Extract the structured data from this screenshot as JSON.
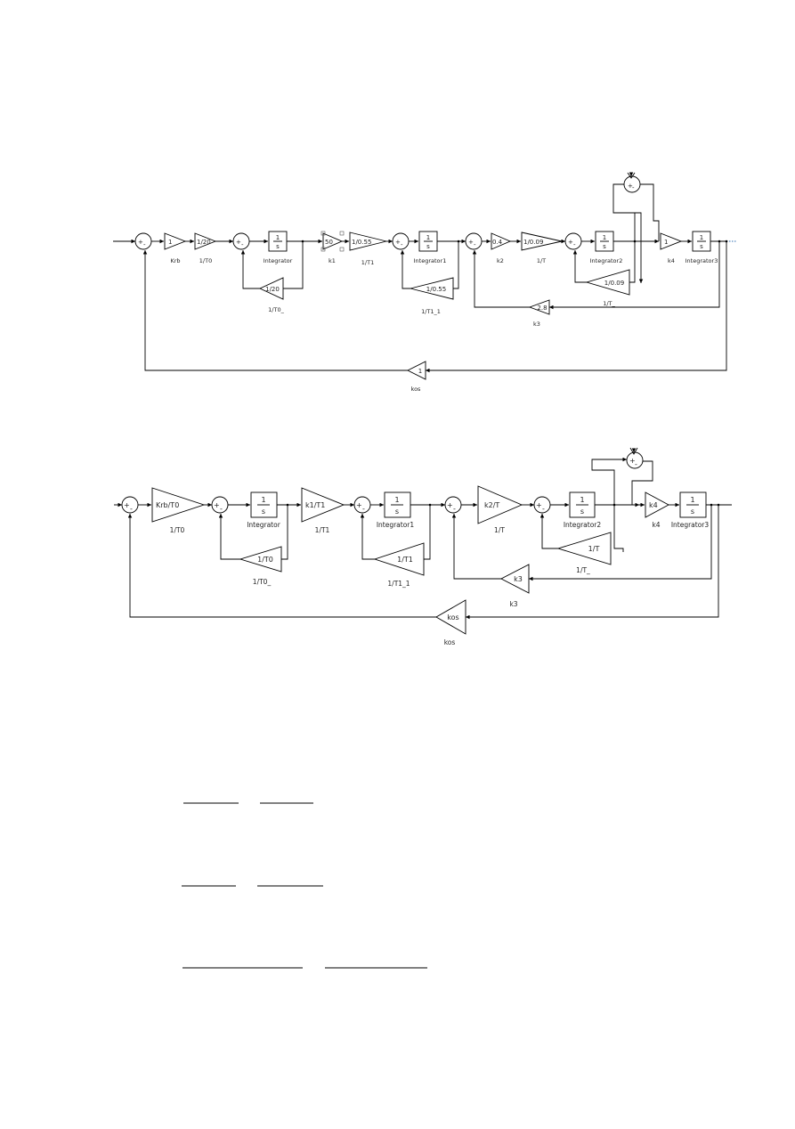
{
  "diagram1": {
    "k_rb": {
      "value": "1",
      "label": "Krb"
    },
    "g_1_T0": {
      "value": "1/20",
      "label": "1/T0"
    },
    "int0": {
      "num": "1",
      "den": "s",
      "label": "Integrator"
    },
    "fb_T0": {
      "value": "1/20",
      "label": "1/T0_"
    },
    "k1": {
      "value": "50",
      "label": "k1"
    },
    "g_1_T1": {
      "value": "1/0.55",
      "label": "1/T1"
    },
    "int1": {
      "num": "1",
      "den": "s",
      "label": "Integrator1"
    },
    "fb_T1": {
      "value": "1/0.55",
      "label": "1/T1_1"
    },
    "k2": {
      "value": "0.4",
      "label": "k2"
    },
    "g_1_T": {
      "value": "1/0.09",
      "label": "1/T"
    },
    "int2": {
      "num": "1",
      "den": "s",
      "label": "Integrator2"
    },
    "fb_T": {
      "value": "1/0.09",
      "label": "1/T_"
    },
    "k3": {
      "value": "2.8",
      "label": "k3"
    },
    "k4": {
      "value": "1",
      "label": "k4"
    },
    "int3": {
      "num": "1",
      "den": "s",
      "label": "Integrator3"
    },
    "k_os": {
      "value": "1",
      "label": "kos"
    }
  },
  "diagram2": {
    "g0": {
      "value": "Krb/T0",
      "label": "1/T0"
    },
    "int0": {
      "num": "1",
      "den": "s",
      "label": "Integrator"
    },
    "fb0": {
      "value": "1/T0",
      "label": "1/T0_"
    },
    "g1": {
      "value": "k1/T1",
      "label": "1/T1"
    },
    "int1": {
      "num": "1",
      "den": "s",
      "label": "Integrator1"
    },
    "fb1": {
      "value": "1/T1",
      "label": "1/T1_1"
    },
    "g2": {
      "value": "k2/T",
      "label": "1/T"
    },
    "int2": {
      "num": "1",
      "den": "s",
      "label": "Integrator2"
    },
    "fb2": {
      "value": "1/T",
      "label": "1/T_"
    },
    "k3": {
      "value": "k3",
      "label": "k3"
    },
    "k4": {
      "value": "k4",
      "label": "k4"
    },
    "int3": {
      "num": "1",
      "den": "s",
      "label": "Integrator3"
    },
    "k_os": {
      "value": "kos",
      "label": "kos"
    }
  },
  "signs": {
    "plus": "+",
    "minus": "-"
  }
}
